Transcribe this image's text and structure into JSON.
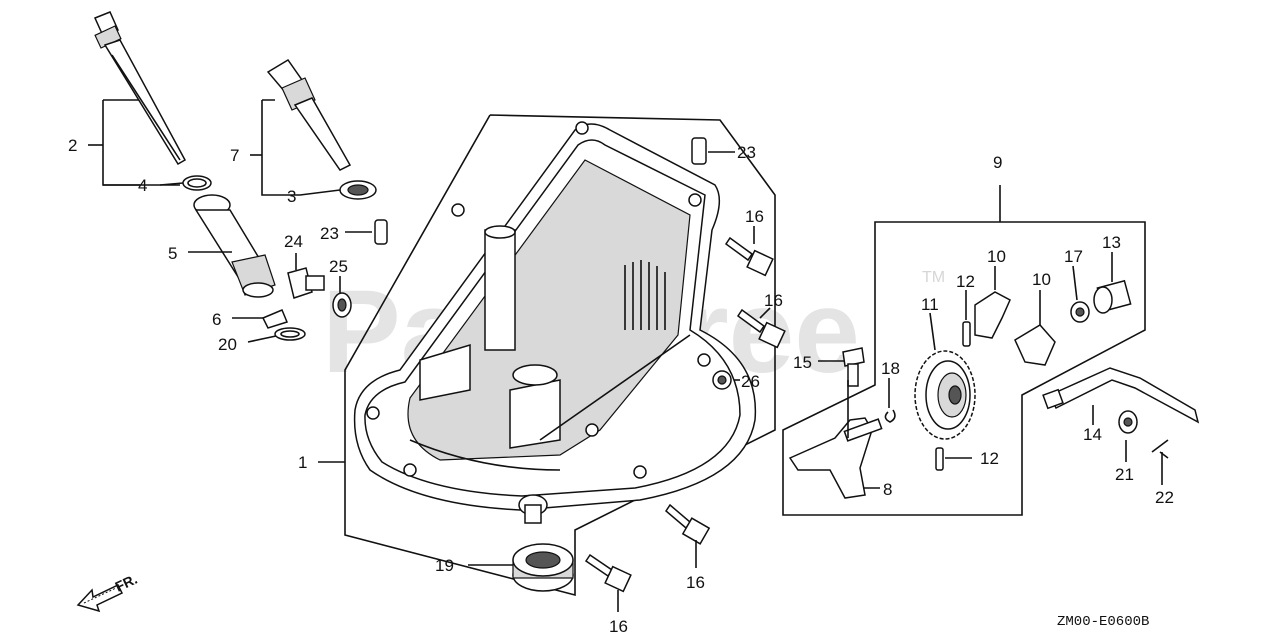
{
  "watermark": {
    "text": "PartsTree",
    "trademark": "TM"
  },
  "diagram_code": "ZM00-E0600B",
  "front_indicator": "FR.",
  "callouts": [
    {
      "id": "c1",
      "label": "1"
    },
    {
      "id": "c2",
      "label": "2"
    },
    {
      "id": "c3",
      "label": "3"
    },
    {
      "id": "c4",
      "label": "4"
    },
    {
      "id": "c5",
      "label": "5"
    },
    {
      "id": "c6",
      "label": "6"
    },
    {
      "id": "c7",
      "label": "7"
    },
    {
      "id": "c8",
      "label": "8"
    },
    {
      "id": "c9",
      "label": "9"
    },
    {
      "id": "c10a",
      "label": "10"
    },
    {
      "id": "c10b",
      "label": "10"
    },
    {
      "id": "c11",
      "label": "11"
    },
    {
      "id": "c12a",
      "label": "12"
    },
    {
      "id": "c12b",
      "label": "12"
    },
    {
      "id": "c13",
      "label": "13"
    },
    {
      "id": "c14",
      "label": "14"
    },
    {
      "id": "c15",
      "label": "15"
    },
    {
      "id": "c16a",
      "label": "16"
    },
    {
      "id": "c16b",
      "label": "16"
    },
    {
      "id": "c16c",
      "label": "16"
    },
    {
      "id": "c16d",
      "label": "16"
    },
    {
      "id": "c17",
      "label": "17"
    },
    {
      "id": "c18",
      "label": "18"
    },
    {
      "id": "c19",
      "label": "19"
    },
    {
      "id": "c20",
      "label": "20"
    },
    {
      "id": "c21",
      "label": "21"
    },
    {
      "id": "c22",
      "label": "22"
    },
    {
      "id": "c23a",
      "label": "23"
    },
    {
      "id": "c23b",
      "label": "23"
    },
    {
      "id": "c24",
      "label": "24"
    },
    {
      "id": "c25",
      "label": "25"
    },
    {
      "id": "c26",
      "label": "26"
    }
  ]
}
